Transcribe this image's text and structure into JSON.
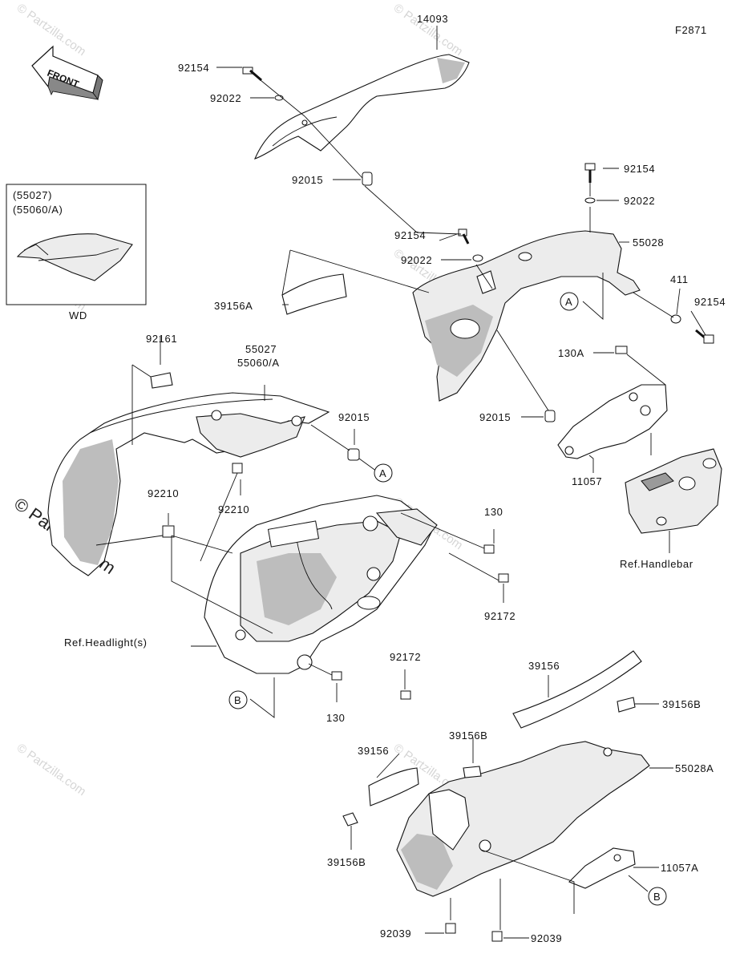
{
  "figure_code": "F2871",
  "front_label": "FRONT",
  "inset": {
    "line1": "(55027)",
    "line2": "(55060/A)",
    "caption": "WD"
  },
  "watermark": {
    "small": "© Partzilla.com",
    "large": "© Partzilla.com"
  },
  "refs": {
    "a": "A",
    "b": "B"
  },
  "labels": {
    "p14093": "14093",
    "p92154_top": "92154",
    "p92022_top": "92022",
    "p92015_top": "92015",
    "p92154_r1": "92154",
    "p92022_r1": "92022",
    "p92154_mid": "92154",
    "p92022_mid": "92022",
    "p55028": "55028",
    "p411": "411",
    "p92154_r2": "92154",
    "p39156A": "39156A",
    "p130A": "130A",
    "p92015_r": "92015",
    "p11057": "11057",
    "ref_handlebar": "Ref.Handlebar",
    "p92161": "92161",
    "p55027": "55027",
    "p55060A": "55060/A",
    "p92015_c": "92015",
    "p92210_l": "92210",
    "p92210_c": "92210",
    "p130_top": "130",
    "p92172_top": "92172",
    "ref_headlight": "Ref.Headlight(s)",
    "p92172_bot": "92172",
    "p130_bot": "130",
    "p39156": "39156",
    "p39156B_r": "39156B",
    "p39156B_top": "39156B",
    "p39156_l": "39156",
    "p55028A": "55028A",
    "p11057A": "11057A",
    "p39156B_l": "39156B",
    "p92039_l": "92039",
    "p92039_r": "92039"
  }
}
